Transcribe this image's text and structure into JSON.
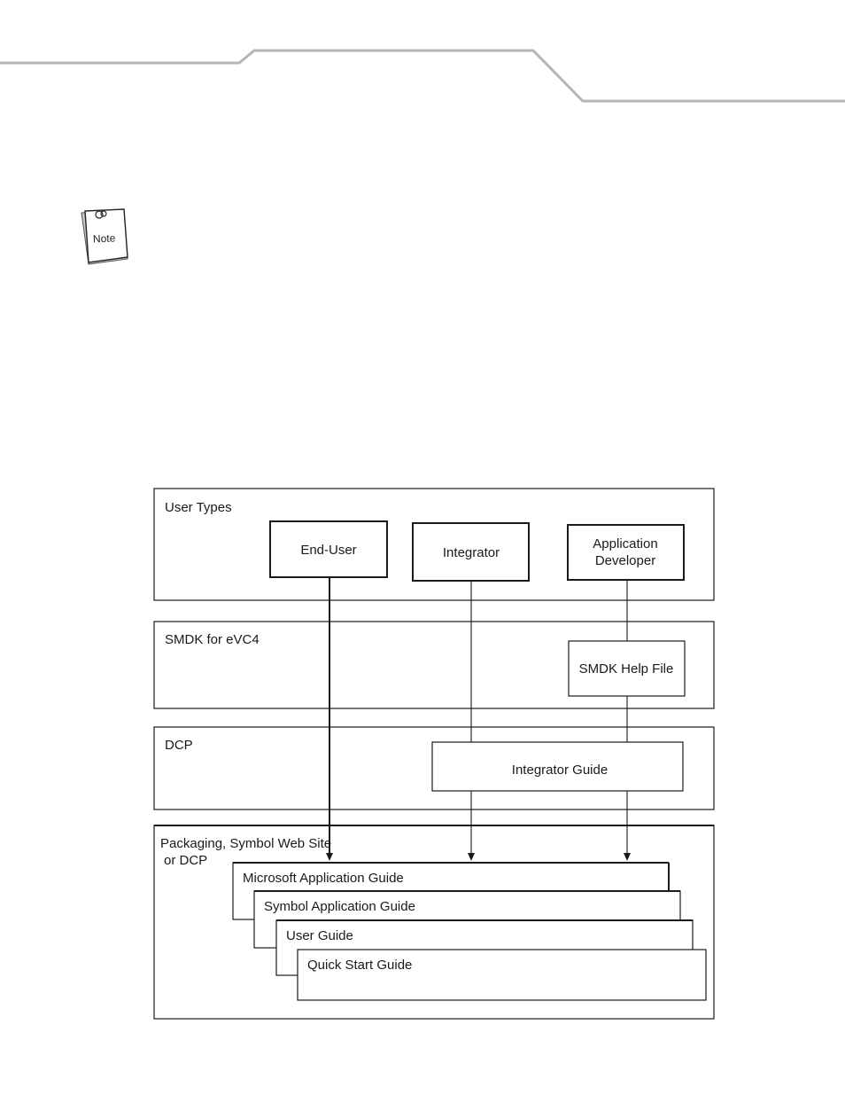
{
  "note_icon": {
    "label": "Note"
  },
  "diagram": {
    "panels": [
      {
        "id": "user-types",
        "title": "User Types"
      },
      {
        "id": "smdk",
        "title": "SMDK for eVC4"
      },
      {
        "id": "dcp",
        "title": "DCP"
      },
      {
        "id": "packaging",
        "title_line1": "Packaging, Symbol Web Site",
        "title_line2": "or DCP"
      }
    ],
    "user_types": {
      "end_user": "End-User",
      "integrator": "Integrator",
      "app_dev_line1": "Application",
      "app_dev_line2": "Developer"
    },
    "smdk_help_file": "SMDK Help File",
    "integrator_guide": "Integrator Guide",
    "guides": [
      "Microsoft Application Guide",
      "Symbol Application Guide",
      "User Guide",
      "Quick Start Guide"
    ]
  }
}
